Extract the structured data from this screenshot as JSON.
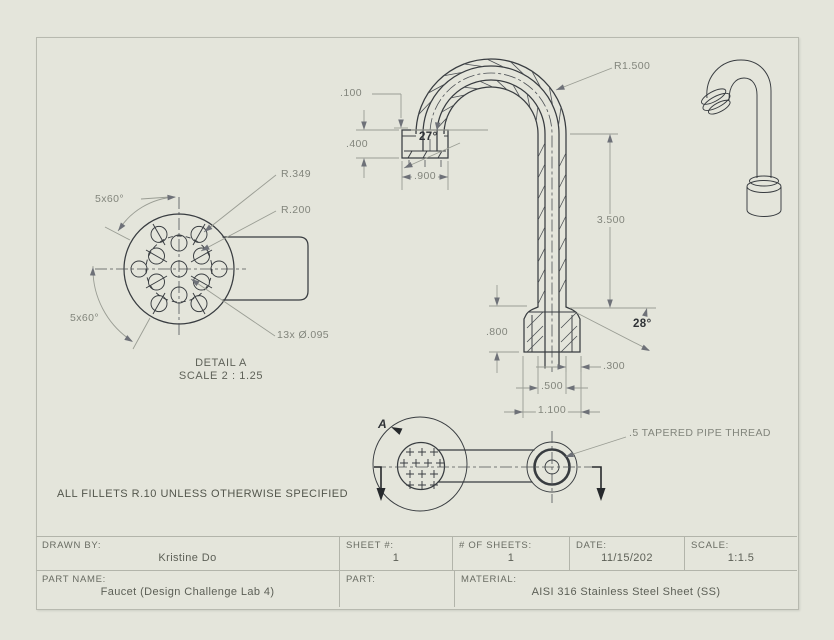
{
  "title_block": {
    "drawn_by_label": "DRAWN BY:",
    "drawn_by": "Kristine Do",
    "sheet_label": "SHEET #:",
    "sheet": "1",
    "num_sheets_label": "# OF SHEETS:",
    "num_sheets": "1",
    "date_label": "DATE:",
    "date": "11/15/202",
    "scale_label": "SCALE:",
    "scale": "1:1.5",
    "part_name_label": "PART NAME:",
    "part_name": "Faucet (Design Challenge Lab 4)",
    "part_label": "PART:",
    "part": "",
    "material_label": "MATERIAL:",
    "material": "AISI 316 Stainless Steel Sheet (SS)"
  },
  "notes": {
    "fillets": "ALL FILLETS R.10 UNLESS OTHERWISE SPECIFIED"
  },
  "detail_view": {
    "r_outer": "R.349",
    "r_inner": "R.200",
    "angle_top": "5x60°",
    "angle_bottom": "5x60°",
    "holes": "13x Ø.095",
    "title": "DETAIL A",
    "scale": "SCALE 2 : 1.25"
  },
  "front_view": {
    "lip": ".100",
    "head_height": ".400",
    "head_width": ".900",
    "spout_angle": "27°",
    "bend_radius": "R1.500",
    "height": "3.500",
    "base_height": ".800",
    "base_angle": "28°",
    "offset": ".300",
    "tube_od": ".500",
    "base_width": "1.100"
  },
  "top_view": {
    "thread_note": ".5 TAPERED PIPE THREAD",
    "detail_marker": "A"
  },
  "colors": {
    "background": "#e4e5db",
    "line": "#383c40",
    "dimension": "#9a9d94",
    "accent_dark": "#2f3236",
    "border": "#b2b4aa"
  }
}
